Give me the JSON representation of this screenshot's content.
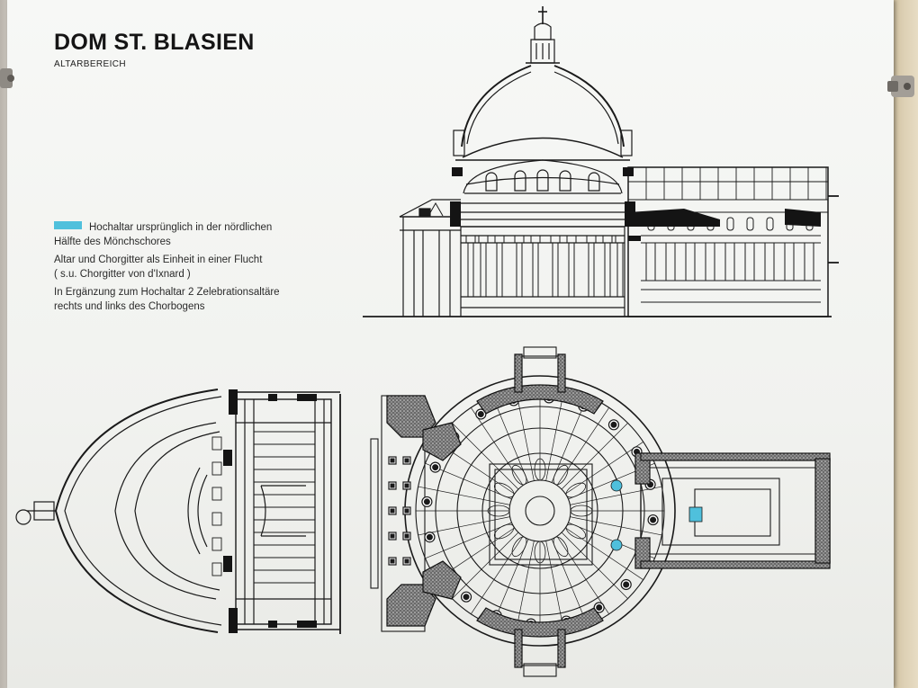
{
  "panel": {
    "title": "DOM ST. BLASIEN",
    "subtitle": "ALTARBEREICH"
  },
  "legend": {
    "highlight_color": "#4fc0dc",
    "notes": [
      {
        "lines": [
          "Hochaltar ursprünglich in der nördlichen",
          "Hälfte des Mönchschores"
        ],
        "swatch": true
      },
      {
        "lines": [
          "Altar und Chorgitter als Einheit in einer Flucht",
          "( s.u. Chorgitter von d'Ixnard )"
        ],
        "swatch": false
      },
      {
        "lines": [
          "In Ergänzung zum Hochaltar 2 Zelebrationsaltäre",
          "rechts und links des Chorbogens"
        ],
        "swatch": false
      }
    ]
  },
  "drawings": {
    "icons": [
      "cross-icon",
      "compass-icon"
    ],
    "views": [
      "longitudinal-section",
      "dome-cross-section",
      "ground-plan"
    ]
  }
}
